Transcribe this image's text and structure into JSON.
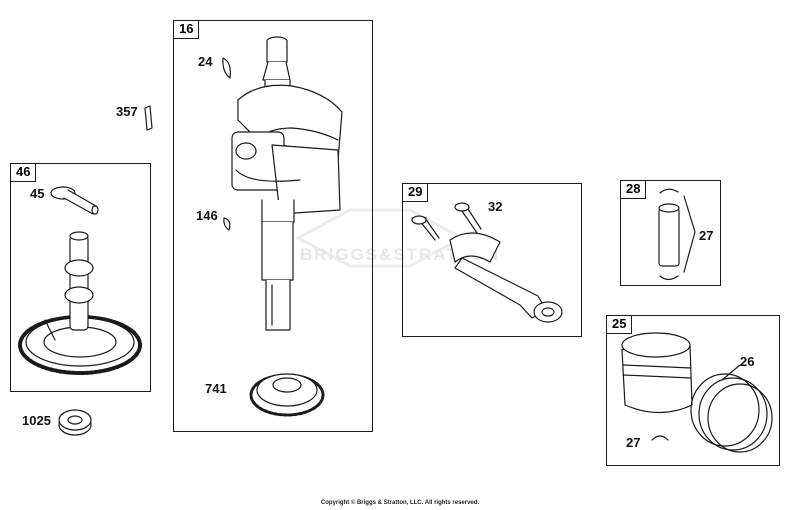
{
  "diagram": {
    "boxes": [
      {
        "id": "crankshaft",
        "tag": "16"
      },
      {
        "id": "camshaft",
        "tag": "46"
      },
      {
        "id": "connecting_rod",
        "tag": "29"
      },
      {
        "id": "piston_pin",
        "tag": "28"
      },
      {
        "id": "piston",
        "tag": "25"
      }
    ],
    "callouts": {
      "key_24": "24",
      "pin_357": "357",
      "lifter_45": "45",
      "key_146": "146",
      "bolt_32": "32",
      "clip_27a": "27",
      "gear_741": "741",
      "ring_26": "26",
      "clip_27b": "27",
      "seal_1025": "1025"
    },
    "watermark": "BRIGGS&STRATTON",
    "copyright": "Copyright © Briggs & Stratton, LLC. All rights reserved."
  }
}
